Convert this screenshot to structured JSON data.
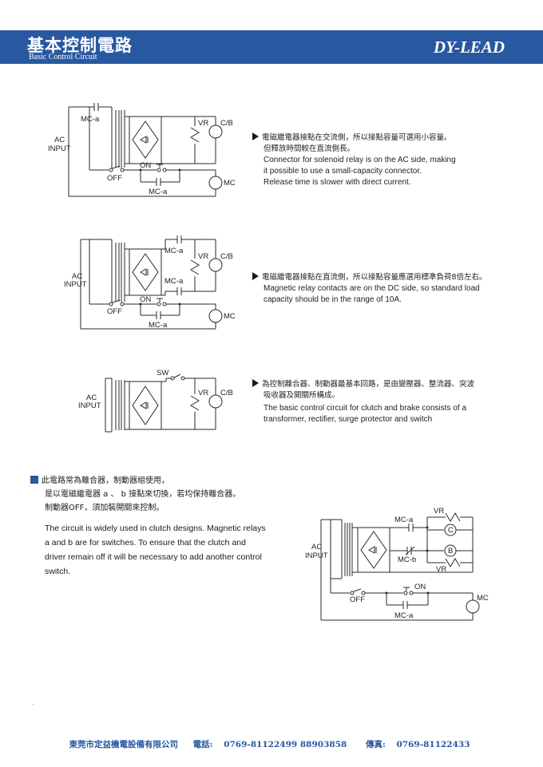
{
  "header": {
    "title_zh": "基本控制電路",
    "title_en": "Basic Control Circuit",
    "brand": "DY-LEAD"
  },
  "circuit_labels": {
    "mc_a": "MC-a",
    "mc_b": "MC-b",
    "ac": "AC",
    "input": "INPUT",
    "vr": "VR",
    "cb": "C/B",
    "on": "ON",
    "off": "OFF",
    "mc": "MC",
    "sw": "SW",
    "c": "C",
    "b": "B"
  },
  "notes": [
    {
      "zh": [
        "電磁繼電器接點在交流側，所以接點容量可選用小容量。",
        "但釋放時間較在直流側長。"
      ],
      "en": [
        "Connector for solenoid relay is on the AC side, making",
        "it possible to use a small-capacity connector.",
        "Release time is slower with direct current."
      ]
    },
    {
      "zh": [
        "電磁繼電器接點在直流側，所以接點容量應選用標準負荷8倍左右。"
      ],
      "en": [
        "Magnetic relay contacts are on the DC side, so standard load",
        "capacity should be in the range of 10A."
      ]
    },
    {
      "zh": [
        "為控制離合器、制動器最基本回路，是由變壓器、整流器、突波",
        "吸收器及開關所構成。"
      ],
      "en": [
        "The basic control circuit for clutch and brake consists of a",
        "transformer, rectifier, surge protector and switch"
      ]
    }
  ],
  "section4": {
    "zh": [
      "此電路常為離合器，制動器組使用，",
      "是以電磁繼電器 a 、 b 接點來切換，若均保持離合器。",
      "制動器OFF，須加裝開關來控制。"
    ],
    "en": [
      "The circuit is widely used in clutch designs.  Magnetic relays",
      "a and b  are for switches.  To ensure that the clutch and",
      "driver remain off it will be necessary to add another control",
      "switch."
    ]
  },
  "footer": {
    "company": "東莞市定益機電設備有限公司",
    "tel_label": "電話:",
    "tel": "0769-81122499 88903858",
    "fax_label": "傳真:",
    "fax": "0769-81122433"
  }
}
